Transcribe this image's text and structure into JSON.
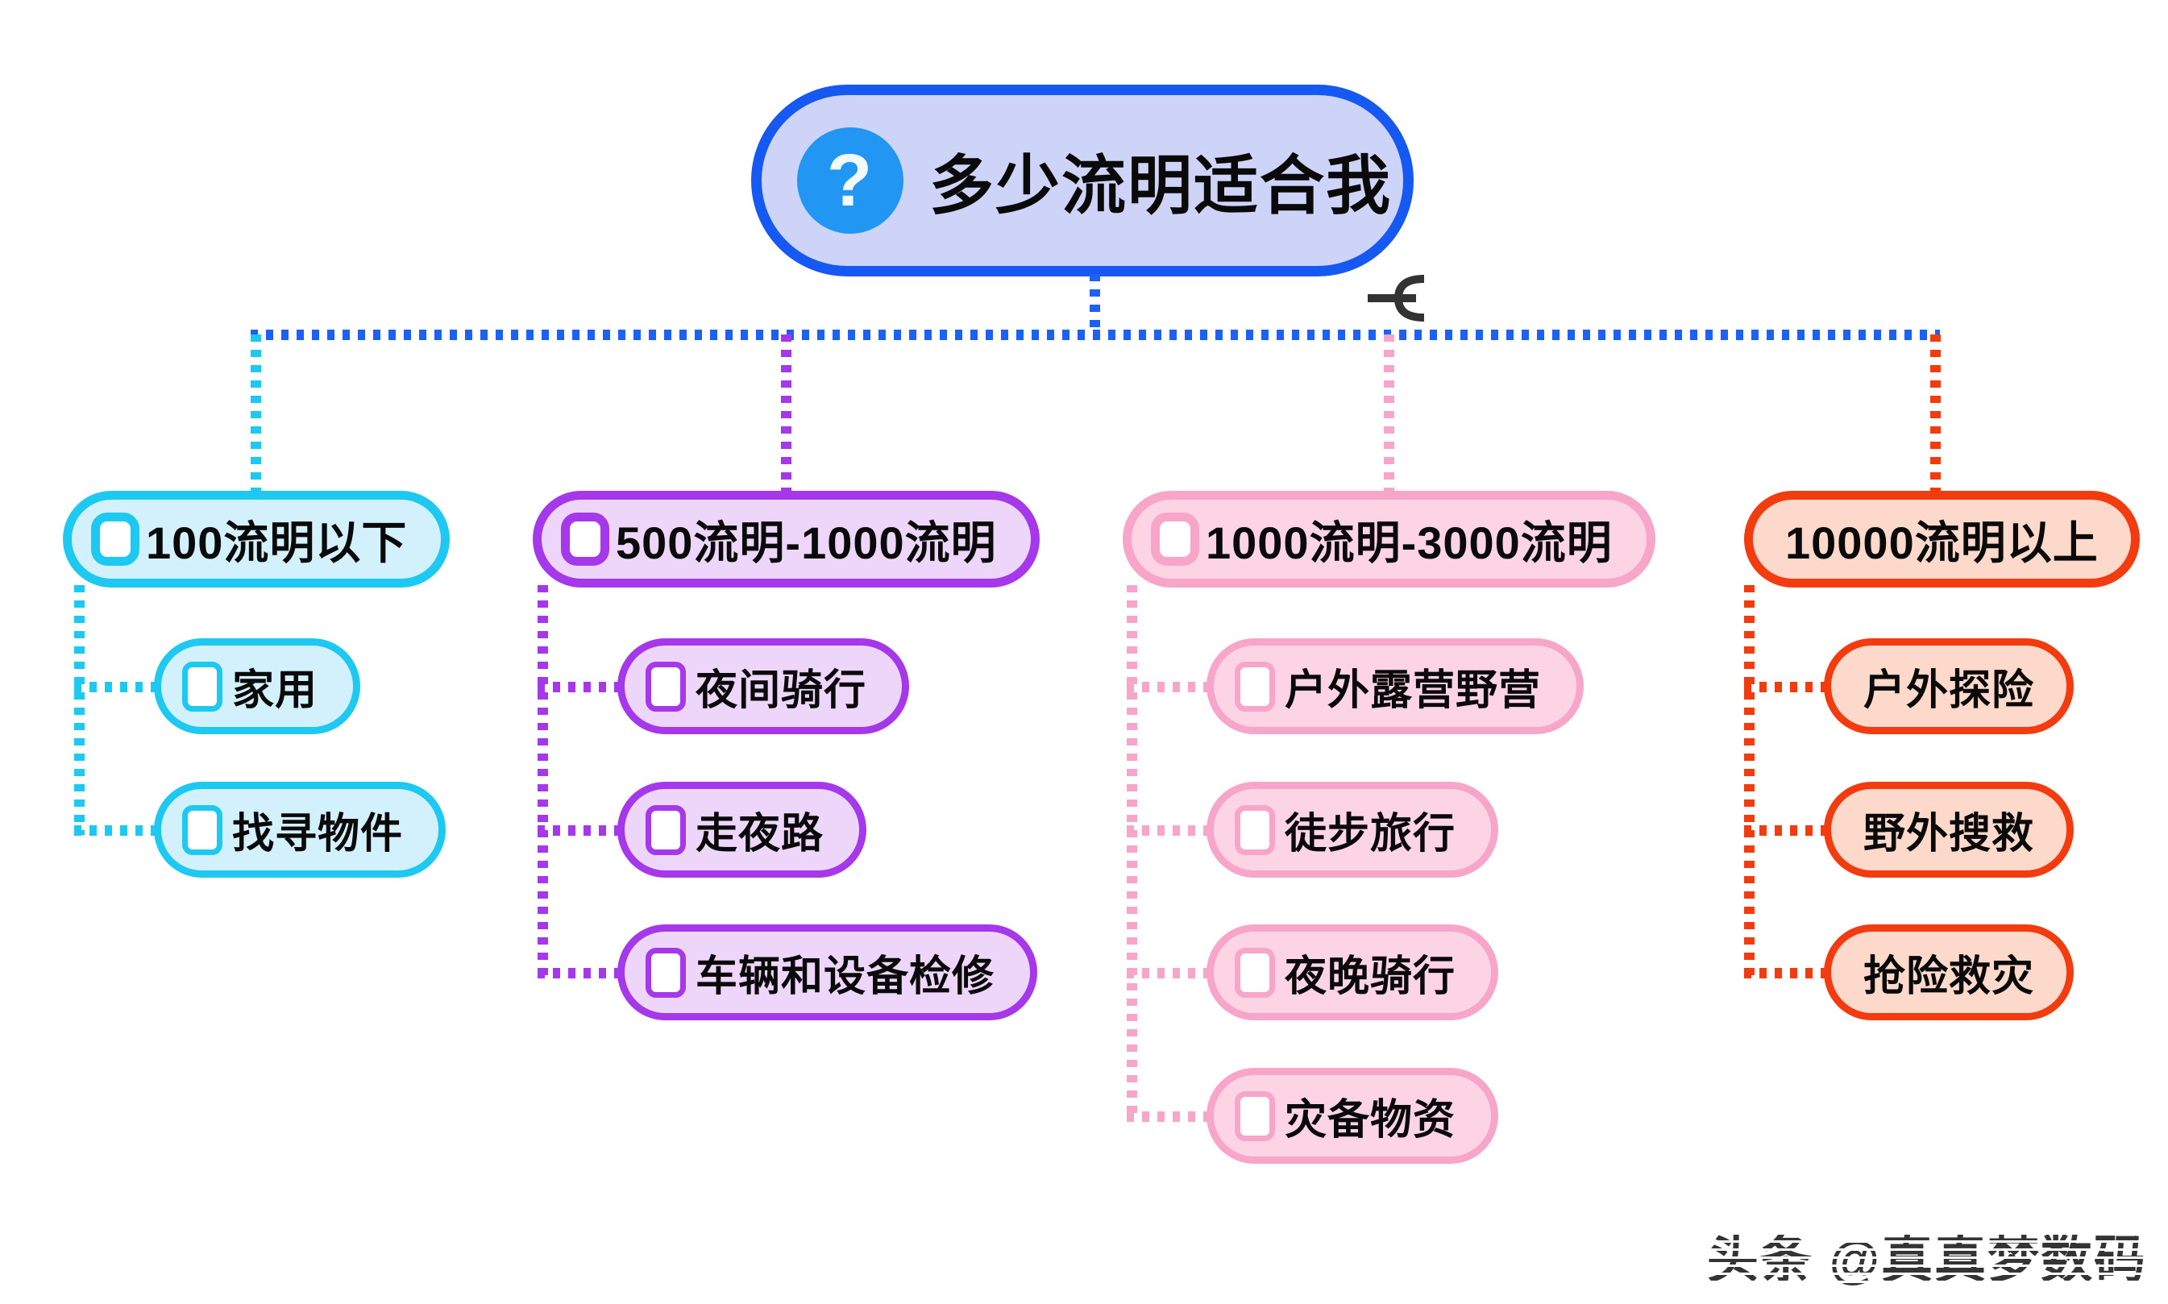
{
  "root": {
    "label": "多少流明适合我",
    "icon_glyph": "?",
    "border_color": "#1659f2",
    "fill_color": "#cdd4f8",
    "icon_color": "#2196f3"
  },
  "connector_color": "#1c60f4",
  "watermark": "头条 @真真梦数码",
  "icons": {
    "root": "question-mark-icon",
    "node_checkbox": "checkbox-icon",
    "collapse": "collapse-branch-icon"
  },
  "branches": [
    {
      "label": "100流明以下",
      "accent": "#1ec9f1",
      "fill": "#d3f1fc",
      "has_checkbox": true,
      "children": [
        "家用",
        "找寻物件"
      ]
    },
    {
      "label": "500流明-1000流明",
      "accent": "#a438ea",
      "fill": "#eed6fb",
      "has_checkbox": true,
      "children": [
        "夜间骑行",
        "走夜路",
        "车辆和设备检修"
      ]
    },
    {
      "label": "1000流明-3000流明",
      "accent": "#f7a6c9",
      "fill": "#fcd4e4",
      "has_checkbox": true,
      "children": [
        "户外露营野营",
        "徒步旅行",
        "夜晚骑行",
        "灾备物资"
      ]
    },
    {
      "label": "10000流明以上",
      "accent": "#f33b10",
      "fill": "#fdd9cb",
      "has_checkbox": false,
      "children": [
        "户外探险",
        "野外搜救",
        "抢险救灾"
      ]
    }
  ]
}
